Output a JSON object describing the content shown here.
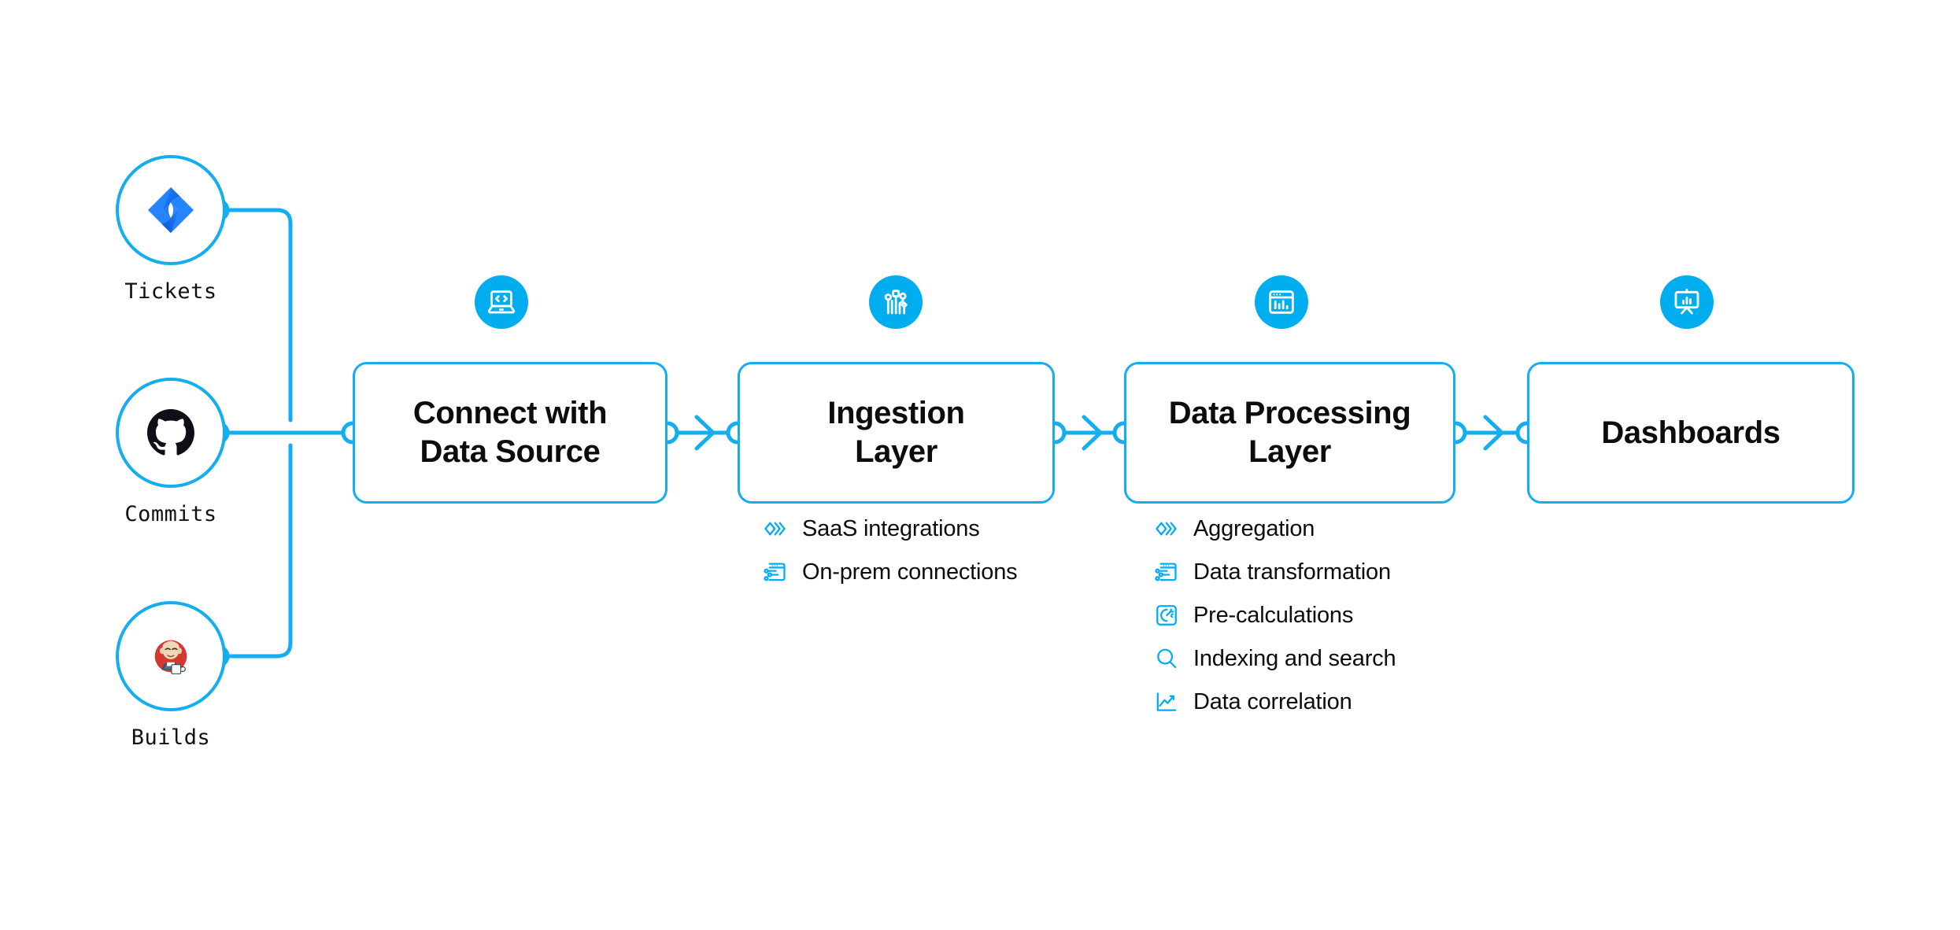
{
  "theme": {
    "accent": "#14AEF0",
    "badge_fill": "#00AEEF",
    "text": "#0c0c0c",
    "background": "#ffffff"
  },
  "diagram": {
    "type": "flow",
    "sources": [
      {
        "label": "Tickets",
        "icon": "jira-icon"
      },
      {
        "label": "Commits",
        "icon": "github-icon"
      },
      {
        "label": "Builds",
        "icon": "jenkins-icon"
      }
    ],
    "stages": [
      {
        "title": "Connect with Data Source",
        "line1": "Connect with",
        "line2": "Data Source",
        "badge_icon": "laptop-code-icon",
        "features": []
      },
      {
        "title": "Ingestion Layer",
        "line1": "Ingestion",
        "line2": "Layer",
        "badge_icon": "circuit-nodes-icon",
        "features": [
          {
            "label": "SaaS integrations",
            "icon": "chevrons-layers-icon"
          },
          {
            "label": "On-prem connections",
            "icon": "browser-settings-icon"
          }
        ]
      },
      {
        "title": "Data Processing Layer",
        "line1": "Data Processing",
        "line2": "Layer",
        "badge_icon": "browser-chart-icon",
        "features": [
          {
            "label": "Aggregation",
            "icon": "chevrons-layers-icon"
          },
          {
            "label": "Data transformation",
            "icon": "browser-settings-icon"
          },
          {
            "label": "Pre-calculations",
            "icon": "gauge-square-icon"
          },
          {
            "label": "Indexing and search",
            "icon": "magnifier-icon"
          },
          {
            "label": "Data correlation",
            "icon": "line-chart-icon"
          }
        ]
      },
      {
        "title": "Dashboards",
        "line1": "Dashboards",
        "line2": "",
        "badge_icon": "presentation-chart-icon",
        "features": []
      }
    ]
  }
}
